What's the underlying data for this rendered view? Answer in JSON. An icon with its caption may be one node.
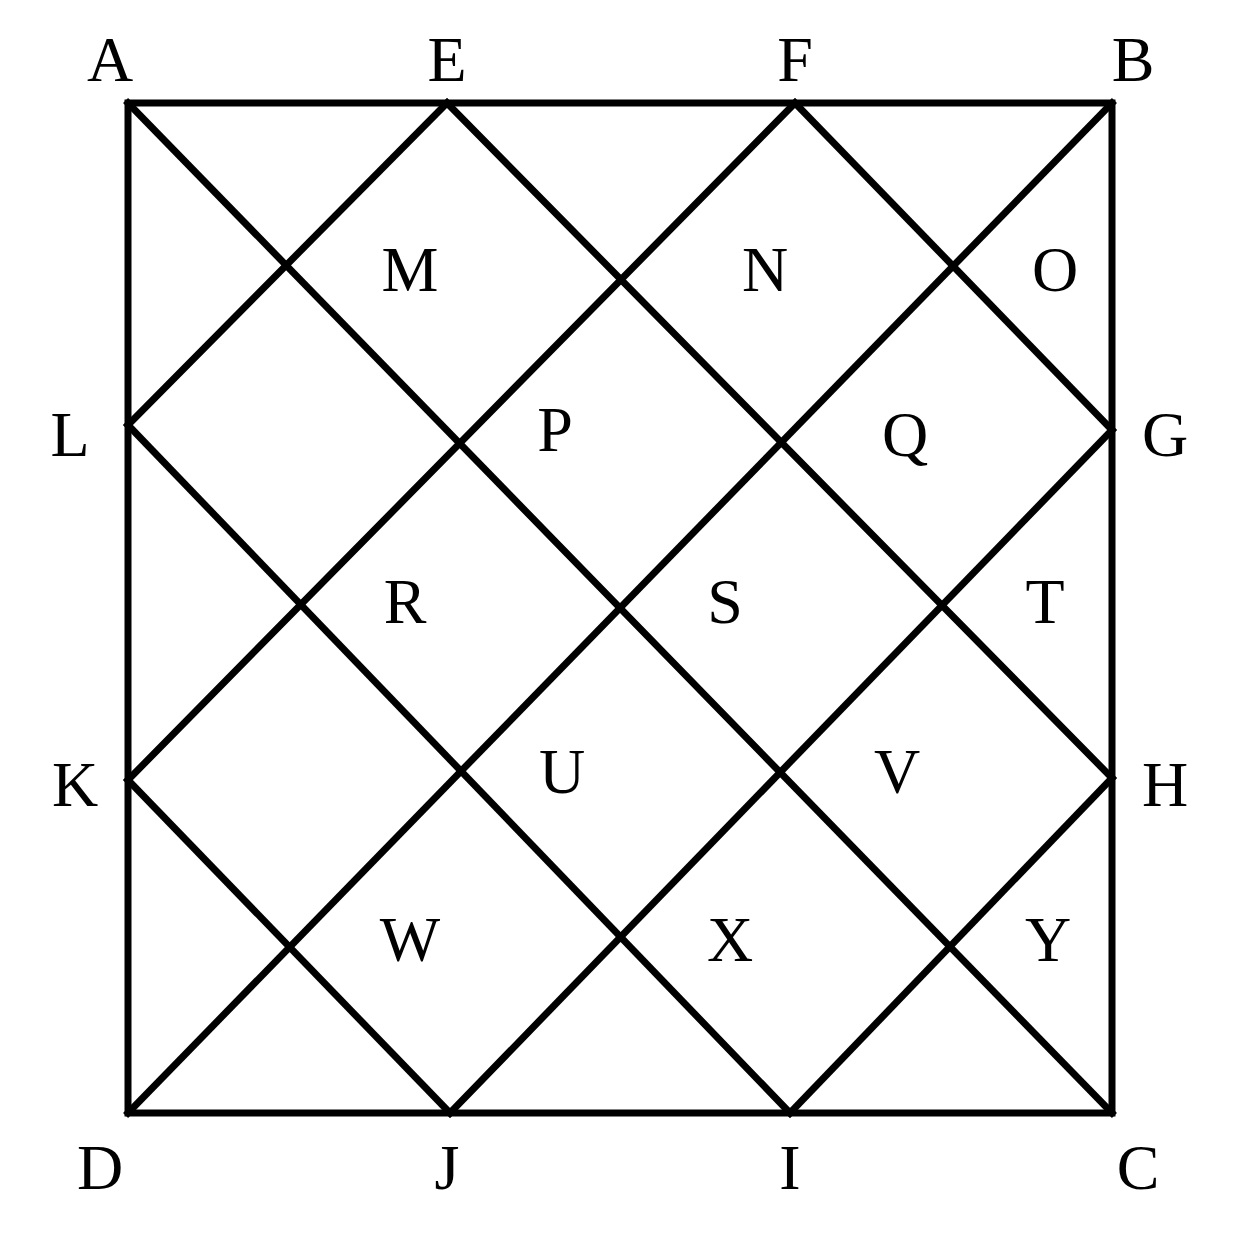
{
  "diagram": {
    "labels": [
      "A",
      "E",
      "F",
      "B",
      "M",
      "N",
      "O",
      "L",
      "P",
      "Q",
      "G",
      "R",
      "S",
      "T",
      "K",
      "U",
      "V",
      "H",
      "W",
      "X",
      "Y",
      "D",
      "J",
      "I",
      "C"
    ]
  }
}
